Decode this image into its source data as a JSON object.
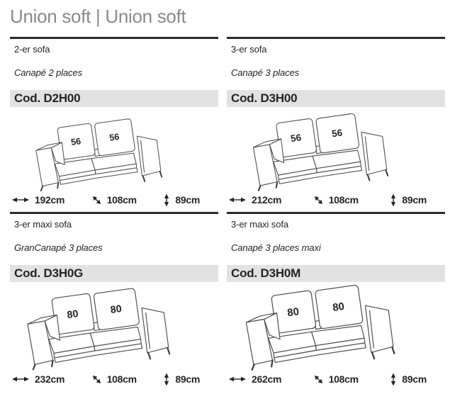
{
  "page": {
    "title": "Union soft | Union soft",
    "colors": {
      "title_gray": "#8a8a8b",
      "divider_dark": "#2b2b2b",
      "code_bar_bg": "#e2e2e2",
      "text_dark": "#242424",
      "line_art": "#4d4d4d"
    },
    "dimension_icons": {
      "width": "left-right-arrow",
      "depth": "diagonal-arrow",
      "height": "up-down-arrow"
    }
  },
  "products": [
    {
      "type_label": "2-er sofa",
      "subtitle": "Canapé 2 places",
      "code_label": "Cod. D2H00",
      "cushions": [
        "56",
        "56"
      ],
      "dimensions": {
        "width": "192cm",
        "depth": "108cm",
        "height": "89cm"
      }
    },
    {
      "type_label": "3-er sofa",
      "subtitle": "Canapé 3 places",
      "code_label": "Cod. D3H00",
      "cushions": [
        "56",
        "56"
      ],
      "dimensions": {
        "width": "212cm",
        "depth": "108cm",
        "height": "89cm"
      }
    },
    {
      "type_label": "3-er maxi sofa",
      "subtitle": "GranCanapé 3 places",
      "code_label": "Cod. D3H0G",
      "cushions": [
        "80",
        "80"
      ],
      "dimensions": {
        "width": "232cm",
        "depth": "108cm",
        "height": "89cm"
      }
    },
    {
      "type_label": "3-er maxi sofa",
      "subtitle": "Canapé 3 places maxi",
      "code_label": "Cod. D3H0M",
      "cushions": [
        "80",
        "80"
      ],
      "dimensions": {
        "width": "262cm",
        "depth": "108cm",
        "height": "89cm"
      }
    }
  ]
}
